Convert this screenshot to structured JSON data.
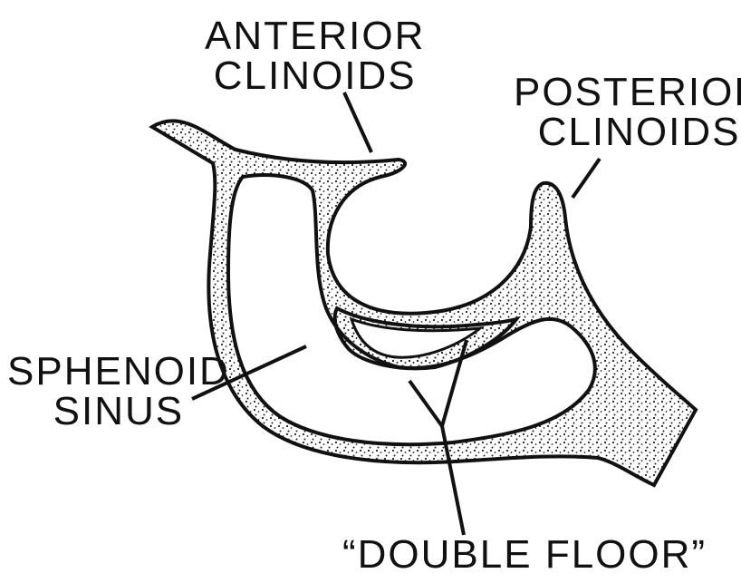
{
  "labels": {
    "anterior_clinoids": [
      "ANTERIOR",
      "CLINOIDS"
    ],
    "posterior_clinoids": [
      "POSTERIOR",
      "CLINOIDS"
    ],
    "sphenoid_sinus": [
      "SPHENOID",
      "SINUS"
    ],
    "double_floor": "“DOUBLE FLOOR”"
  },
  "colors": {
    "ink": "#111111",
    "background": "#ffffff",
    "stipple": "#222222"
  }
}
